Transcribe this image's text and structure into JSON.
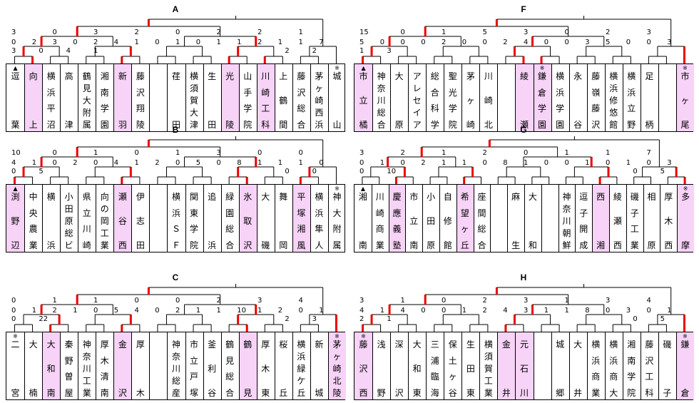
{
  "groups": [
    {
      "id": "A",
      "teams": [
        {
          "name": "逗葉",
          "mark": "▲",
          "win": false
        },
        {
          "name": "向上",
          "win": true
        },
        {
          "name": "横浜平沼",
          "win": false
        },
        {
          "name": "高津",
          "win": false
        },
        {
          "name": "鶴見大附属",
          "win": false
        },
        {
          "name": "湘南学園",
          "win": false
        },
        {
          "name": "新羽",
          "win": true
        },
        {
          "name": "藤沢翔陵",
          "win": false
        },
        {
          "name": "",
          "bye": true
        },
        {
          "name": "荏田",
          "win": false
        },
        {
          "name": "横須賀大津",
          "win": false
        },
        {
          "name": "生田",
          "win": false
        },
        {
          "name": "光陵",
          "win": true
        },
        {
          "name": "山手学院",
          "win": false
        },
        {
          "name": "川崎工科",
          "win": true
        },
        {
          "name": "上鶴間",
          "win": false
        },
        {
          "name": "藤沢総合",
          "win": false
        },
        {
          "name": "茅ヶ崎西浜",
          "win": false
        },
        {
          "name": "城山",
          "mark": "※",
          "win": false
        }
      ]
    },
    {
      "id": "B",
      "teams": [
        {
          "name": "渕野辺",
          "mark": "▲",
          "win": true
        },
        {
          "name": "中央農業",
          "win": false
        },
        {
          "name": "横浜",
          "win": false
        },
        {
          "name": "小田原総ビ",
          "win": false
        },
        {
          "name": "県立川崎",
          "win": false
        },
        {
          "name": "向の岡工業",
          "win": false
        },
        {
          "name": "瀬谷西",
          "win": true
        },
        {
          "name": "伊志田",
          "win": false
        },
        {
          "name": "",
          "bye": true
        },
        {
          "name": "横浜ＳＦ",
          "win": false
        },
        {
          "name": "関東学院",
          "win": false
        },
        {
          "name": "追浜",
          "win": false
        },
        {
          "name": "緑園総合",
          "win": false
        },
        {
          "name": "氷取沢",
          "win": true
        },
        {
          "name": "大磯",
          "win": false
        },
        {
          "name": "舞岡",
          "win": false
        },
        {
          "name": "平塚湘風",
          "win": true
        },
        {
          "name": "横浜隼人",
          "win": false
        },
        {
          "name": "神大附属",
          "mark": "※",
          "win": false
        }
      ]
    },
    {
      "id": "C",
      "teams": [
        {
          "name": "二宮",
          "mark": "※",
          "win": false
        },
        {
          "name": "大楠",
          "win": false
        },
        {
          "name": "大和南",
          "win": true
        },
        {
          "name": "秦野曽屋",
          "win": false
        },
        {
          "name": "神奈川工業",
          "win": false
        },
        {
          "name": "厚木清南",
          "win": false
        },
        {
          "name": "金沢",
          "win": true
        },
        {
          "name": "厚木",
          "win": false
        },
        {
          "name": "",
          "bye": true
        },
        {
          "name": "神奈川総産",
          "win": false
        },
        {
          "name": "市立戸塚",
          "win": false
        },
        {
          "name": "釜利谷",
          "win": false
        },
        {
          "name": "鶴見総合",
          "win": false
        },
        {
          "name": "鶴見",
          "win": true
        },
        {
          "name": "厚木東",
          "win": false
        },
        {
          "name": "桜丘",
          "win": false
        },
        {
          "name": "横浜緑ケ丘",
          "win": false
        },
        {
          "name": "新城",
          "win": false
        },
        {
          "name": "茅ヶ崎北陵",
          "mark": "※",
          "win": true
        }
      ]
    },
    {
      "id": "F",
      "teams": [
        {
          "name": "市立橘",
          "mark": "▲",
          "win": true
        },
        {
          "name": "神奈川総合",
          "win": false
        },
        {
          "name": "大原",
          "win": false
        },
        {
          "name": "アレセイア",
          "win": false
        },
        {
          "name": "総合科学",
          "win": false
        },
        {
          "name": "聖光学院",
          "win": false
        },
        {
          "name": "茅ヶ崎",
          "win": false
        },
        {
          "name": "川崎北",
          "win": false
        },
        {
          "name": "",
          "bye": true
        },
        {
          "name": "綾瀬",
          "win": true
        },
        {
          "name": "鎌倉学園",
          "mark": "※",
          "win": true
        },
        {
          "name": "横浜学園",
          "win": false
        },
        {
          "name": "永谷",
          "win": false
        },
        {
          "name": "藤嶺藤沢",
          "win": false
        },
        {
          "name": "横浜修悠館",
          "win": false
        },
        {
          "name": "横浜立野",
          "win": false
        },
        {
          "name": "足柄",
          "win": false
        },
        {
          "name": "",
          "bye": true
        },
        {
          "name": "市ヶ尾",
          "mark": "※",
          "win": true
        }
      ]
    },
    {
      "id": "G",
      "teams": [
        {
          "name": "湘南",
          "mark": "▲",
          "win": false
        },
        {
          "name": "川崎商業",
          "win": false
        },
        {
          "name": "慶應義塾",
          "win": true
        },
        {
          "name": "市立南",
          "win": false
        },
        {
          "name": "小田原",
          "win": false
        },
        {
          "name": "自修館",
          "win": false
        },
        {
          "name": "希望ヶ丘",
          "win": true
        },
        {
          "name": "座間総合",
          "win": false
        },
        {
          "name": "",
          "bye": true
        },
        {
          "name": "麻生",
          "win": false
        },
        {
          "name": "大和",
          "win": false
        },
        {
          "name": "",
          "bye": true
        },
        {
          "name": "神奈川朝鮮",
          "win": false
        },
        {
          "name": "逗子開成",
          "win": false
        },
        {
          "name": "西湘",
          "win": true
        },
        {
          "name": "綾瀬西",
          "win": false
        },
        {
          "name": "磯子工業",
          "win": false
        },
        {
          "name": "相原",
          "win": false
        },
        {
          "name": "厚木西",
          "win": false
        },
        {
          "name": "多摩",
          "mark": "※",
          "win": true
        }
      ]
    },
    {
      "id": "H",
      "teams": [
        {
          "name": "藤沢西",
          "mark": "※",
          "win": true
        },
        {
          "name": "浅野",
          "win": false
        },
        {
          "name": "深沢",
          "win": false
        },
        {
          "name": "大和東",
          "win": false
        },
        {
          "name": "三浦臨海",
          "win": false
        },
        {
          "name": "保土ヶ谷",
          "win": false
        },
        {
          "name": "生田東",
          "win": false
        },
        {
          "name": "横須賀工業",
          "win": false
        },
        {
          "name": "金井",
          "win": true
        },
        {
          "name": "元石川",
          "win": true
        },
        {
          "name": "",
          "bye": true
        },
        {
          "name": "城郷",
          "win": false
        },
        {
          "name": "大井",
          "win": false
        },
        {
          "name": "横浜商業",
          "win": false
        },
        {
          "name": "横浜商大",
          "win": false
        },
        {
          "name": "湘南学院",
          "win": false
        },
        {
          "name": "藤沢工科",
          "win": false
        },
        {
          "name": "磯子",
          "win": false
        },
        {
          "name": "鎌倉",
          "mark": "※",
          "win": true
        }
      ]
    }
  ],
  "scores": {
    "A": {
      "final": "",
      "r1": [
        "3",
        "0",
        "3",
        "2",
        "0",
        "2",
        "2",
        "1"
      ],
      "r2": [
        "0",
        "2",
        "3",
        "0",
        "2",
        "4",
        "1",
        "0",
        "1",
        "0",
        "1",
        "1",
        "2",
        "1",
        "1",
        "7"
      ],
      "r3": [
        "3",
        "0",
        "4",
        "1",
        "",
        "",
        "",
        "",
        "",
        "",
        "2",
        "2"
      ]
    },
    "B": {
      "final": "",
      "r1": [
        "10",
        "0",
        "1",
        "0",
        "1",
        "3",
        "0",
        "0"
      ],
      "r2": [
        "4",
        "1",
        "0",
        "2",
        "0",
        "4",
        "1",
        "2",
        "0",
        "5",
        "0",
        "8",
        "1",
        "1",
        "1",
        "0"
      ],
      "r3": [
        "0",
        "5",
        "",
        "",
        "",
        "",
        "",
        "",
        "",
        "",
        "0",
        "0"
      ]
    },
    "C": {
      "final": "",
      "r1": [
        "0",
        "1",
        "1",
        "0",
        "0",
        "2",
        "3",
        "4"
      ],
      "r2": [
        "0",
        "1",
        "2",
        "1",
        "0",
        "5",
        "4",
        "0",
        "2",
        "1",
        "1",
        "10",
        "1",
        "2",
        "0",
        "1"
      ],
      "r3": [
        "0",
        "22",
        "",
        "",
        "",
        "",
        "",
        "",
        "",
        "",
        "2",
        "3"
      ]
    },
    "F": {
      "final": "",
      "r1": [
        "15",
        "0",
        "1",
        "5",
        "3",
        "0",
        "2",
        "3"
      ],
      "r2": [
        "5",
        "0",
        "0",
        "0",
        "2",
        "0",
        "0",
        "2",
        "4",
        "0",
        "0",
        "3",
        "5",
        "0",
        "0",
        "3"
      ],
      "r3": [
        "1",
        "3",
        "",
        "",
        "",
        "",
        "",
        "",
        "",
        "",
        "",
        ""
      ]
    },
    "G": {
      "final": "",
      "r1": [
        "3",
        "2",
        "1",
        "2",
        "0",
        "1",
        "1",
        "7"
      ],
      "r2": [
        "0",
        "1",
        "0",
        "2",
        "1",
        "1",
        "0",
        "8",
        "1",
        "0",
        "0",
        "1",
        "0",
        "1",
        "0",
        "3"
      ],
      "r3": [
        "0",
        "10",
        "",
        "",
        "",
        "",
        "",
        "",
        "",
        "",
        "0",
        "5"
      ]
    },
    "H": {
      "final": "",
      "r1": [
        "3",
        "1",
        "0",
        "2",
        "3",
        "1",
        "3",
        "4"
      ],
      "r2": [
        "4",
        "1",
        "4",
        "0",
        "0",
        "1",
        "2",
        "4",
        "3",
        "1",
        "1",
        "8",
        "0",
        "3",
        "0",
        "1"
      ],
      "r3": [
        "2",
        "1",
        "",
        "",
        "",
        "",
        "",
        "",
        "",
        "",
        "0",
        "5"
      ]
    }
  }
}
